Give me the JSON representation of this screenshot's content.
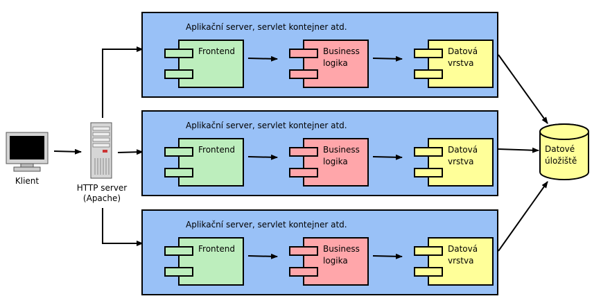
{
  "client": {
    "label": "Klient"
  },
  "http_server": {
    "label_line1": "HTTP server",
    "label_line2": "(Apache)"
  },
  "app_servers": [
    {
      "title": "Aplikační server, servlet kontejner atd.",
      "components": [
        {
          "lines": [
            "Frontend"
          ],
          "color": "#bdeebd"
        },
        {
          "lines": [
            "Business",
            "logika"
          ],
          "color": "#ffa6aa"
        },
        {
          "lines": [
            "Datová",
            "vrstva"
          ],
          "color": "#ffff99"
        }
      ]
    },
    {
      "title": "Aplikační server, servlet kontejner atd.",
      "components": [
        {
          "lines": [
            "Frontend"
          ],
          "color": "#bdeebd"
        },
        {
          "lines": [
            "Business",
            "logika"
          ],
          "color": "#ffa6aa"
        },
        {
          "lines": [
            "Datová",
            "vrstva"
          ],
          "color": "#ffff99"
        }
      ]
    },
    {
      "title": "Aplikační server, servlet kontejner atd.",
      "components": [
        {
          "lines": [
            "Frontend"
          ],
          "color": "#bdeebd"
        },
        {
          "lines": [
            "Business",
            "logika"
          ],
          "color": "#ffa6aa"
        },
        {
          "lines": [
            "Datová",
            "vrstva"
          ],
          "color": "#ffff99"
        }
      ]
    }
  ],
  "datastore": {
    "label_line1": "Datové",
    "label_line2": "úložiště",
    "color": "#ffff99"
  },
  "colors": {
    "server_box": "#99c1f7",
    "stroke": "#000000"
  }
}
